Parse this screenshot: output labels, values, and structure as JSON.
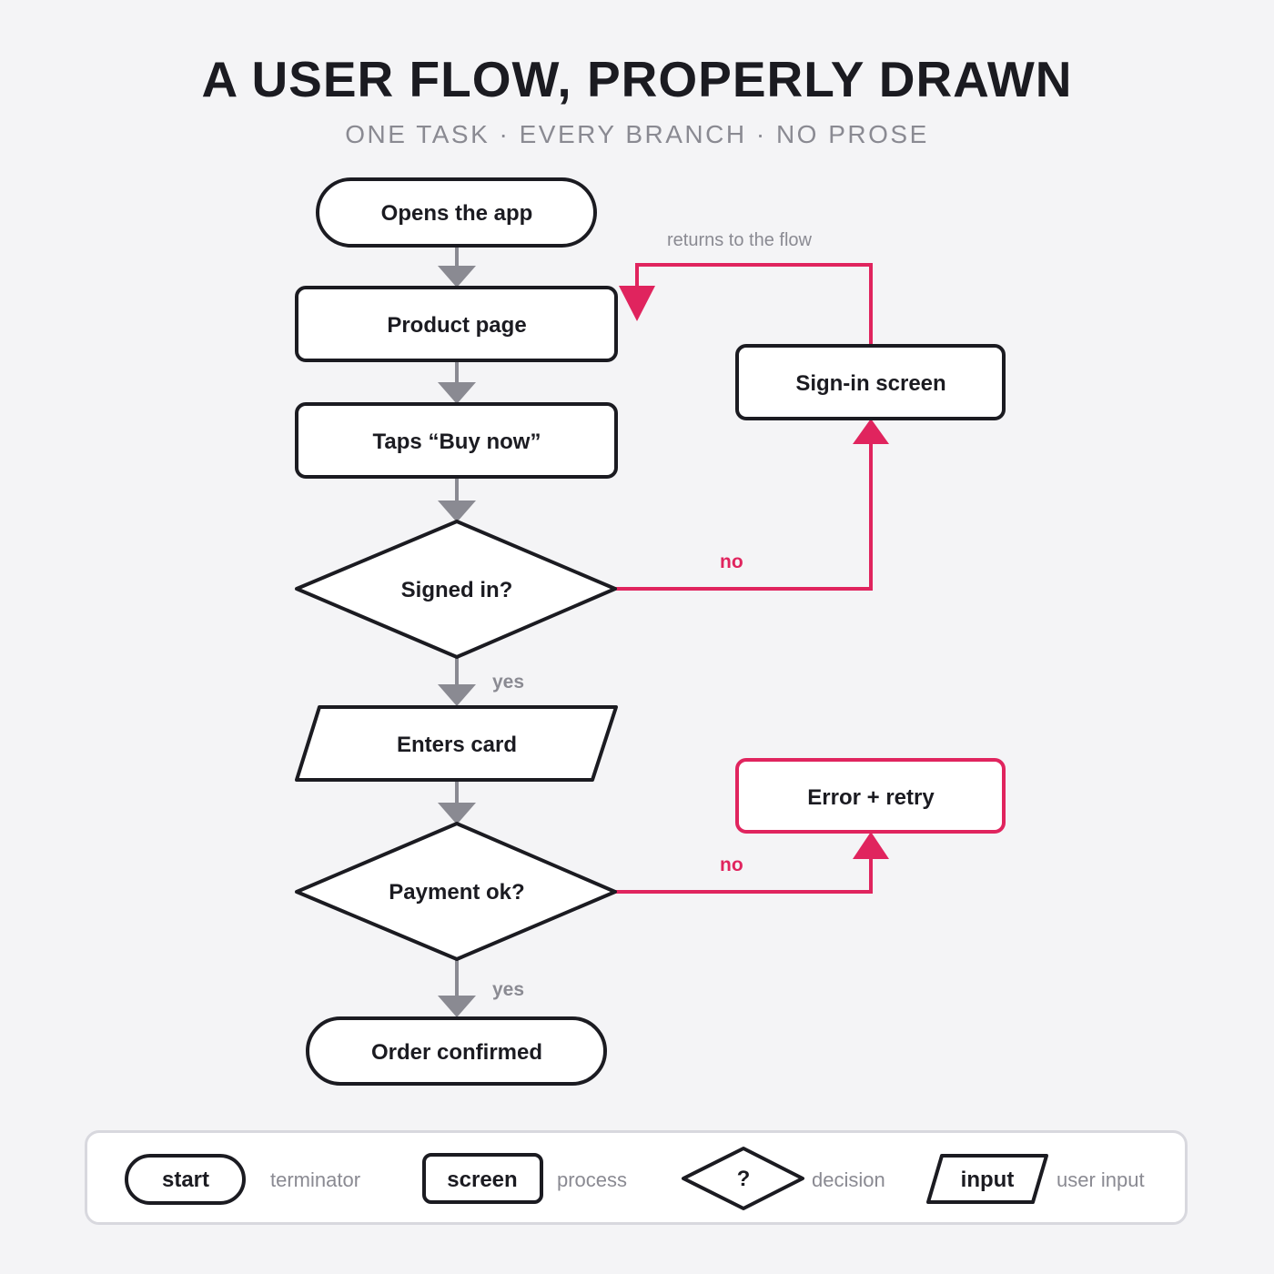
{
  "header": {
    "title": "A USER FLOW, PROPERLY DRAWN",
    "subtitle": "ONE TASK · EVERY BRANCH · NO PROSE"
  },
  "colors": {
    "ink": "#1b1b21",
    "flow_arrow": "#8a8a92",
    "branch": "#e0245e",
    "muted_text": "#8a8a92",
    "background": "#f4f4f6"
  },
  "nodes": {
    "opens_app": "Opens the app",
    "product_page": "Product page",
    "taps_buy": "Taps “Buy now”",
    "signed_in": "Signed in?",
    "enters_card": "Enters card",
    "payment_ok": "Payment ok?",
    "order_confirmed": "Order confirmed",
    "sign_in_screen": "Sign-in screen",
    "error_retry": "Error + retry"
  },
  "edges": {
    "signed_in_yes": "yes",
    "signed_in_no": "no",
    "payment_yes": "yes",
    "payment_no": "no",
    "returns": "returns to the flow"
  },
  "legend": {
    "terminator": {
      "shape_text": "start",
      "label": "terminator"
    },
    "process": {
      "shape_text": "screen",
      "label": "process"
    },
    "decision": {
      "shape_text": "?",
      "label": "decision"
    },
    "input": {
      "shape_text": "input",
      "label": "user input"
    }
  }
}
